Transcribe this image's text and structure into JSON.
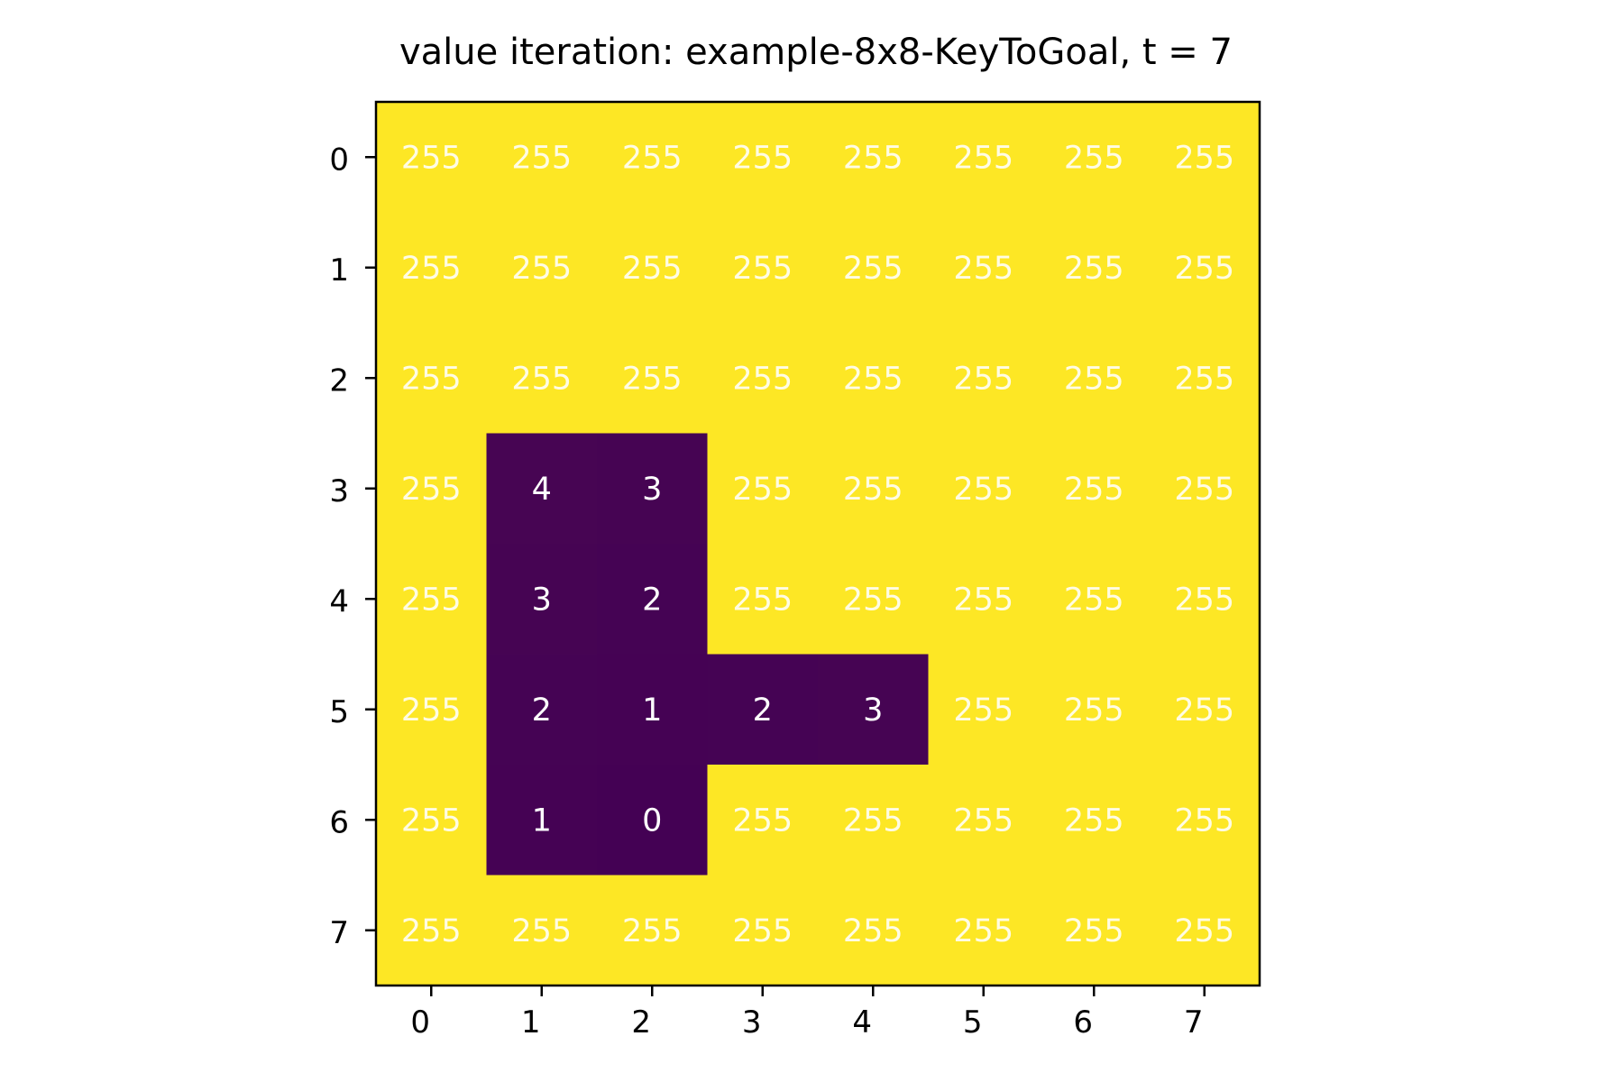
{
  "chart_data": {
    "type": "heatmap",
    "title": "value iteration: example-8x8-KeyToGoal, t = 7",
    "xlabel": "",
    "ylabel": "",
    "x_ticks": [
      "0",
      "1",
      "2",
      "3",
      "4",
      "5",
      "6",
      "7"
    ],
    "y_ticks": [
      "0",
      "1",
      "2",
      "3",
      "4",
      "5",
      "6",
      "7"
    ],
    "colormap": "viridis",
    "colors": {
      "high": "#fde725",
      "low": "#440154",
      "annotation_text": "#ffffff",
      "axis": "#000000"
    },
    "value_range": [
      0,
      255
    ],
    "grid": false,
    "values": [
      [
        255,
        255,
        255,
        255,
        255,
        255,
        255,
        255
      ],
      [
        255,
        255,
        255,
        255,
        255,
        255,
        255,
        255
      ],
      [
        255,
        255,
        255,
        255,
        255,
        255,
        255,
        255
      ],
      [
        255,
        4,
        3,
        255,
        255,
        255,
        255,
        255
      ],
      [
        255,
        3,
        2,
        255,
        255,
        255,
        255,
        255
      ],
      [
        255,
        2,
        1,
        2,
        3,
        255,
        255,
        255
      ],
      [
        255,
        1,
        0,
        255,
        255,
        255,
        255,
        255
      ],
      [
        255,
        255,
        255,
        255,
        255,
        255,
        255,
        255
      ]
    ]
  }
}
